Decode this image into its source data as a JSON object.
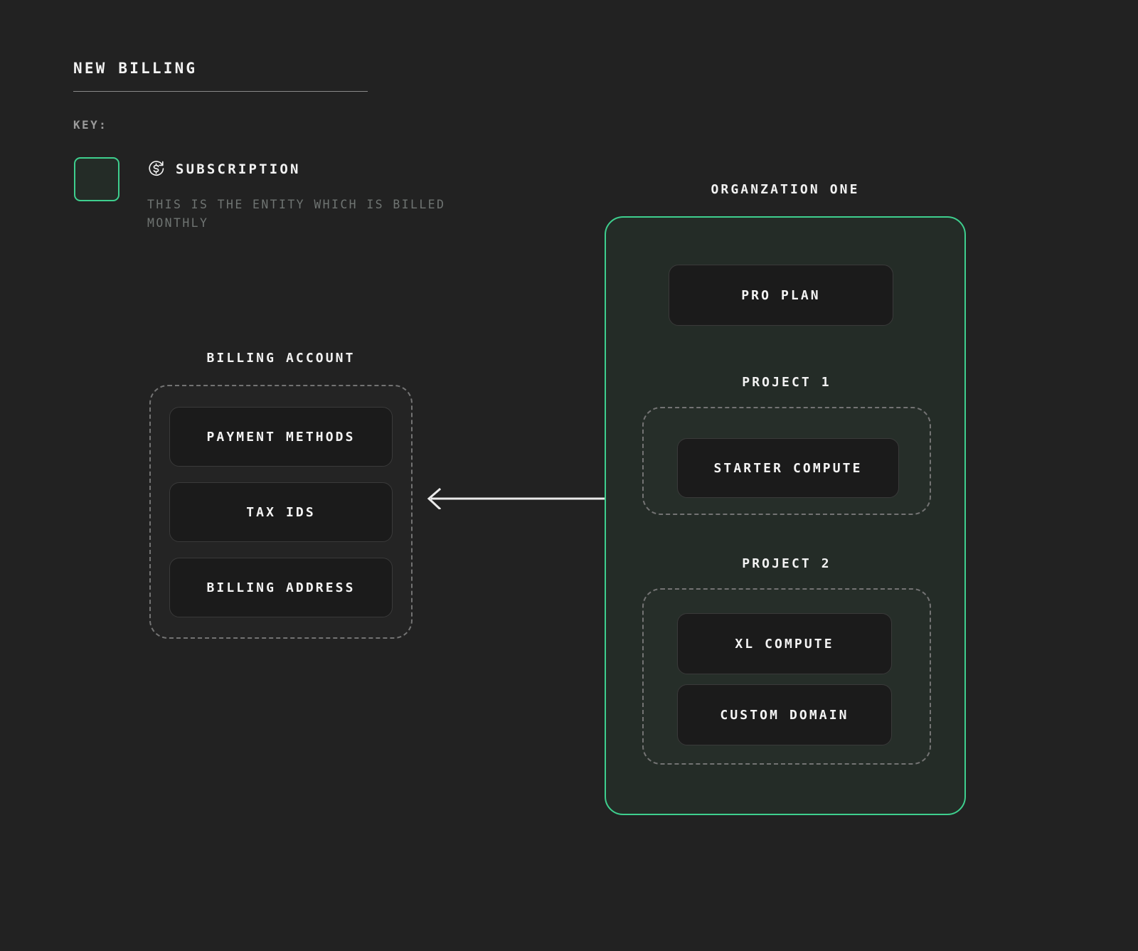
{
  "header": {
    "title": "NEW BILLING"
  },
  "key": {
    "label": "KEY:",
    "entries": [
      {
        "icon": "subscription-recurring-dollar-icon",
        "label": "SUBSCRIPTION",
        "description": "THIS IS THE ENTITY WHICH IS BILLED MONTHLY",
        "swatch_border_color": "#3ecf8e",
        "swatch_fill_color": "#242c27"
      }
    ]
  },
  "billing_account": {
    "title": "BILLING ACCOUNT",
    "items": [
      {
        "label": "PAYMENT METHODS"
      },
      {
        "label": "TAX IDS"
      },
      {
        "label": "BILLING ADDRESS"
      }
    ]
  },
  "relation": {
    "arrow_direction": "left",
    "from": "ORGANZATION ONE",
    "to": "BILLING ACCOUNT"
  },
  "organization": {
    "title": "ORGANZATION ONE",
    "is_subscription": true,
    "border_color": "#3ecf8e",
    "fill_color": "#242c27",
    "plan": {
      "label": "PRO PLAN"
    },
    "projects": [
      {
        "title": "PROJECT 1",
        "items": [
          {
            "label": "STARTER COMPUTE"
          }
        ]
      },
      {
        "title": "PROJECT 2",
        "items": [
          {
            "label": "XL COMPUTE"
          },
          {
            "label": "CUSTOM DOMAIN"
          }
        ]
      }
    ]
  },
  "colors": {
    "background": "#222222",
    "card_fill": "#1b1b1b",
    "accent_green": "#3ecf8e",
    "dashed_border": "#737373",
    "text_primary": "#f2f2f2",
    "text_muted": "#6f7472"
  }
}
